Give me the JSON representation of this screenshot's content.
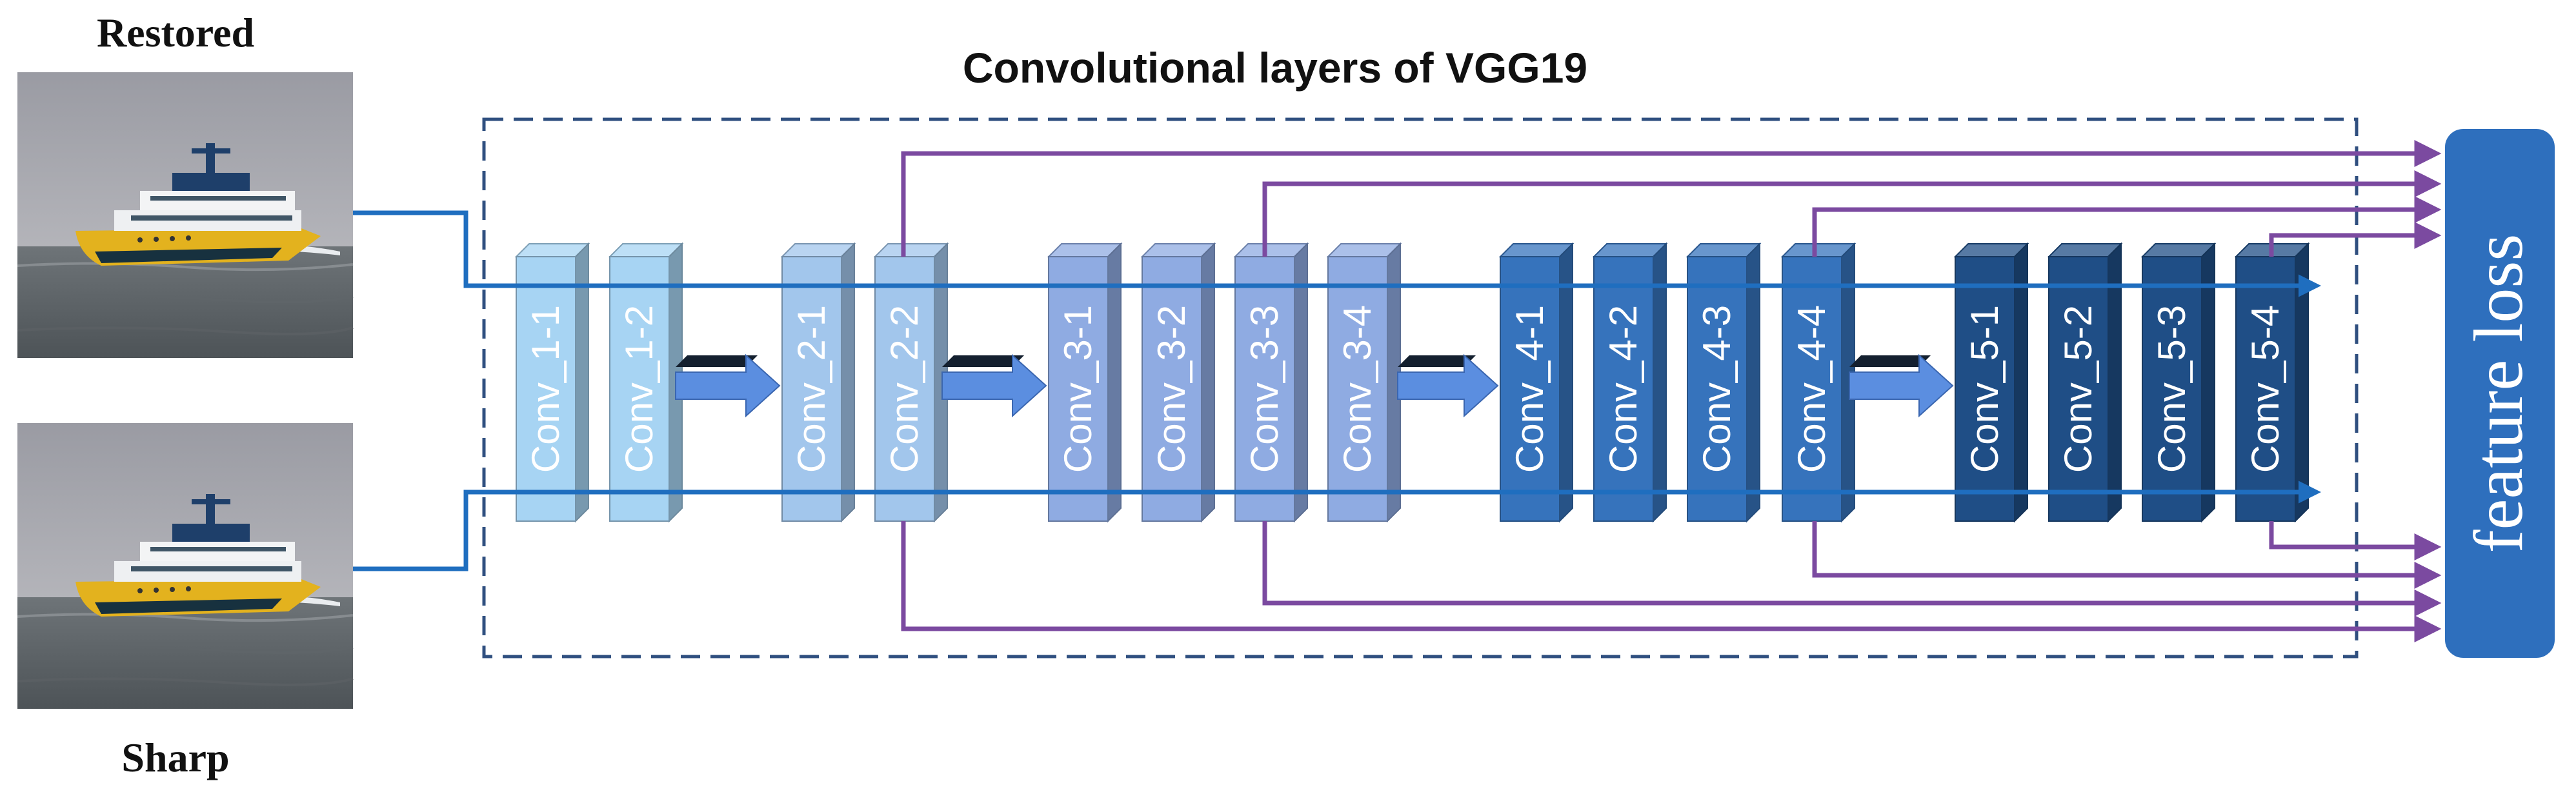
{
  "inputs": {
    "top_label": "Restored",
    "bottom_label": "Sharp"
  },
  "title": "Convolutional layers of VGG19",
  "layers": [
    {
      "label": "Conv_1-1",
      "group": 1
    },
    {
      "label": "Conv_1-2",
      "group": 1
    },
    {
      "label": "Conv_2-1",
      "group": 2
    },
    {
      "label": "Conv_2-2",
      "group": 2
    },
    {
      "label": "Conv_3-1",
      "group": 3
    },
    {
      "label": "Conv_3-2",
      "group": 3
    },
    {
      "label": "Conv_3-3",
      "group": 3
    },
    {
      "label": "Conv_3-4",
      "group": 3
    },
    {
      "label": "Conv_4-1",
      "group": 4
    },
    {
      "label": "Conv_4-2",
      "group": 4
    },
    {
      "label": "Conv_4-3",
      "group": 4
    },
    {
      "label": "Conv_4-4",
      "group": 4
    },
    {
      "label": "Conv_5-1",
      "group": 5
    },
    {
      "label": "Conv_5-2",
      "group": 5
    },
    {
      "label": "Conv_5-3",
      "group": 5
    },
    {
      "label": "Conv_5-4",
      "group": 5
    }
  ],
  "output": {
    "label": "feature loss"
  },
  "colors": {
    "group1": "#a7d4f3",
    "group2": "#a2c6ec",
    "group3": "#8fabe2",
    "group4": "#3673bc",
    "group5": "#1f4e86",
    "flow_line": "#1f6ebf",
    "feature_arrow": "#7b4aa0",
    "pool_arrow": "#5b8ee0",
    "loss_box": "#2e6fbd",
    "dashed_border": "#2f4f7f"
  }
}
